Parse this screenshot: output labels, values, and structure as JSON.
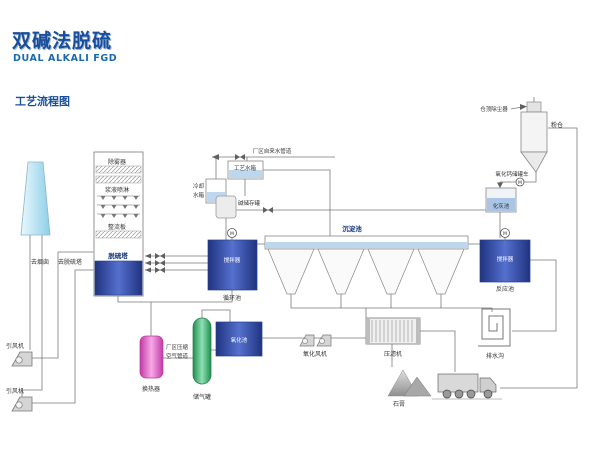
{
  "header": {
    "title": "双碱法脱硫",
    "subtitle": "DUAL ALKALI FGD",
    "diagram_title": "工艺流程图"
  },
  "labels": {
    "to_chimney": "去烟囱",
    "to_tower": "去脱硫塔",
    "demister": "除雾器",
    "slurry_spray": "浆液喷淋",
    "rectifier_plate": "整流板",
    "tower": "脱硫塔",
    "id_fan": "引风机",
    "heat_exchanger": "换热器",
    "gas_holder": "储气罐",
    "process_water_tank": "工艺水箱",
    "tap_water_pipeline": "厂区自来水管道",
    "cooling_water_line1": "冷却",
    "cooling_water_line2": "水箱",
    "alkali_tank": "碱储存罐",
    "sedimentation_pool": "沉淀池",
    "agitator": "搅拌器",
    "circulation_pool": "循环池",
    "reaction_pool": "反应池",
    "oxidation_pool": "氧化池",
    "compressed_air_line1": "厂区压缩",
    "compressed_air_line2": "空气管道",
    "oxidation_fan": "氧化风机",
    "filter_press": "压滤机",
    "drain_ditch": "排水沟",
    "gypsum": "石膏",
    "silo_dust_collector": "仓顶除尘器",
    "powder_silo": "粉仓",
    "cao_tank_truck": "氧化钙储罐车",
    "lime_slaking_pool": "化灰池",
    "motor": "M"
  },
  "colors": {
    "title_blue": "#1a4e9a",
    "subtitle_blue": "#1a6ab0",
    "pool_blue_dark": "#20337f",
    "pool_blue_light": "#5570cf",
    "chimney_cyan": "#8ecfe8",
    "heat_exchanger_pink": "#c23aa8",
    "gas_holder_green": "#1f8f4e",
    "pipe_gray": "#7a7a7a"
  }
}
